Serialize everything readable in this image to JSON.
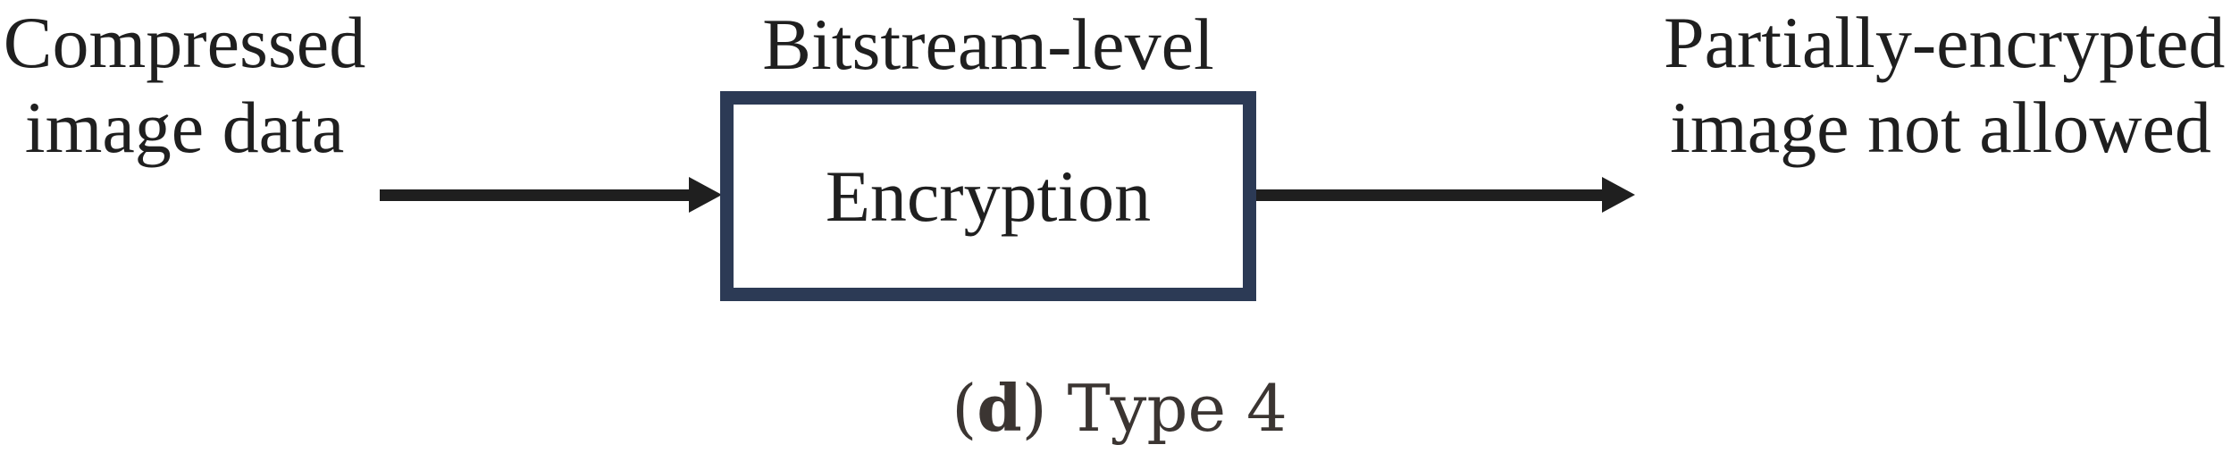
{
  "diagram": {
    "input": {
      "line1": "Compressed",
      "line2": "image data"
    },
    "process": {
      "title": "Bitstream-level",
      "box_label": "Encryption"
    },
    "output": {
      "line1": "Partially-encrypted",
      "line2": "image not allowed"
    },
    "caption": {
      "paren_open": "(",
      "index": "d",
      "paren_close": ")",
      "rest": " Type 4"
    },
    "colors": {
      "text": "#1f1f1f",
      "arrow": "#1f1f1f",
      "box_border": "#2c3a55",
      "box_fill": "#ffffff",
      "caption": "#3b3532",
      "background": "#ffffff"
    }
  }
}
